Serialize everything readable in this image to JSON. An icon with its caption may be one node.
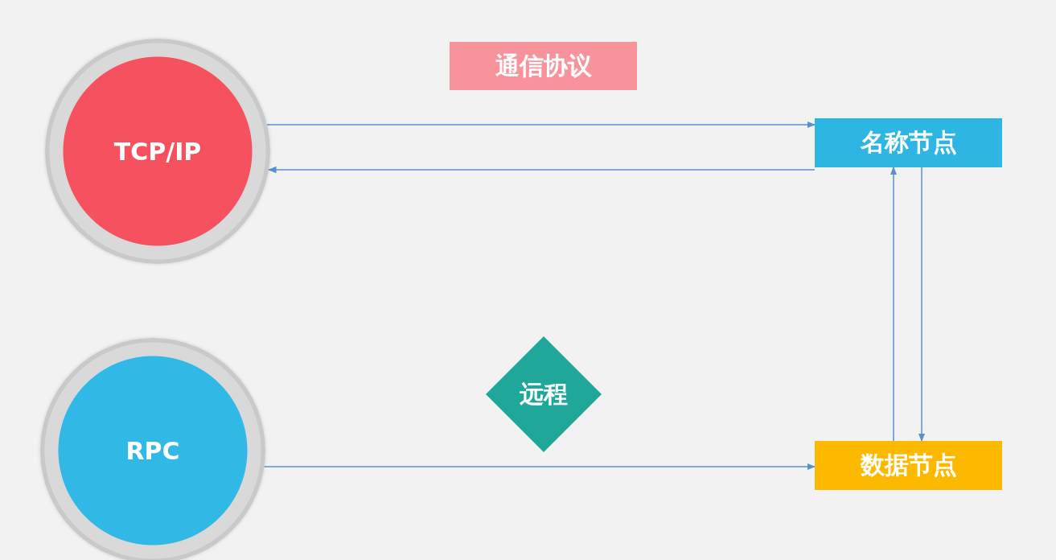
{
  "diagram": {
    "nodes": [
      {
        "text": [
          "TCP/IP"
        ]
      },
      {
        "text": [
          "通信协议"
        ]
      },
      {
        "text": [
          "名称节点"
        ]
      },
      {
        "text": [
          "远程"
        ]
      },
      {
        "text": [
          "RPC"
        ]
      },
      {
        "text": [
          "数据节点"
        ]
      }
    ],
    "edges": [
      {
        "from": 0,
        "to": 2,
        "arrow": "to"
      },
      {
        "from": 2,
        "to": 0,
        "arrow": "to"
      },
      {
        "from": 5,
        "to": 2,
        "arrow": "to"
      },
      {
        "from": 2,
        "to": 5,
        "arrow": "to"
      },
      {
        "from": 4,
        "to": 5,
        "arrow": "to"
      }
    ]
  }
}
